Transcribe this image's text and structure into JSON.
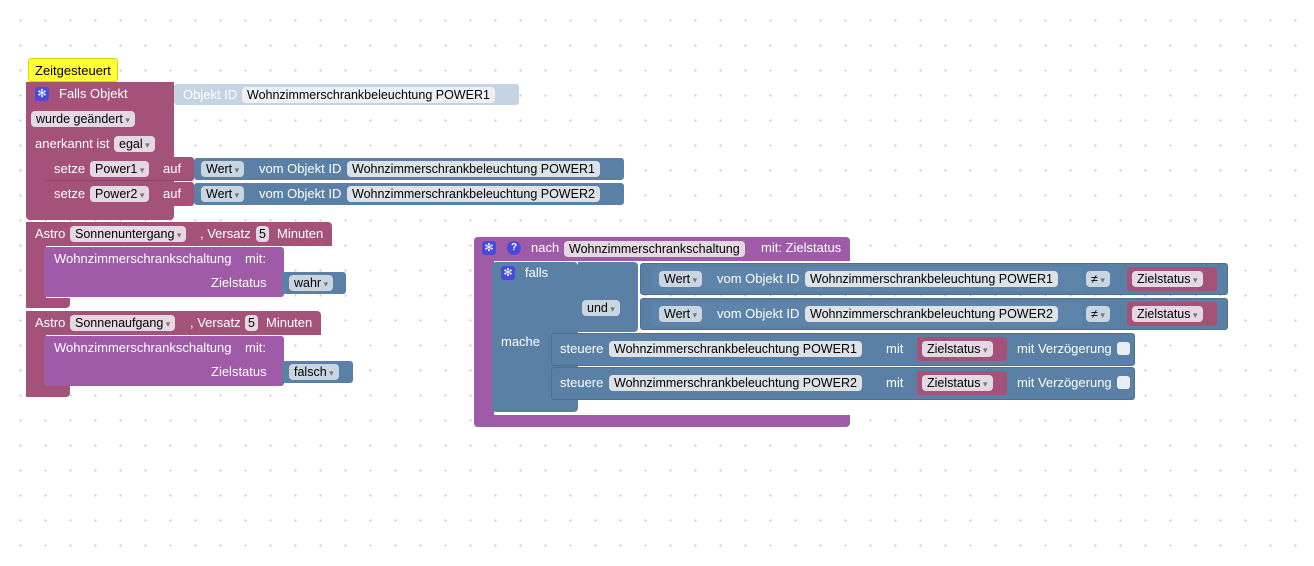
{
  "comment_label": "Zeitgesteuert",
  "trigger": {
    "title": "Falls Objekt",
    "object_id_label": "Objekt ID",
    "object_id_value": "Wohnzimmerschrankbeleuchtung  POWER1",
    "condition": "wurde geändert",
    "ack_label": "anerkannt ist",
    "ack_value": "egal",
    "set_rows": [
      {
        "setze": "setze",
        "var": "Power1",
        "auf": "auf",
        "wert": "Wert",
        "vom": "vom Objekt ID",
        "obj": "Wohnzimmerschrankbeleuchtung  POWER1"
      },
      {
        "setze": "setze",
        "var": "Power2",
        "auf": "auf",
        "wert": "Wert",
        "vom": "vom Objekt ID",
        "obj": "Wohnzimmerschrankbeleuchtung  POWER2"
      }
    ]
  },
  "astro_blocks": [
    {
      "astro": "Astro",
      "event": "Sonnenuntergang",
      "versatz": ", Versatz",
      "offset": "5",
      "unit": "Minuten",
      "call": "Wohnzimmerschrankschaltung",
      "mit": "mit:",
      "param": "Zielstatus",
      "value": "wahr"
    },
    {
      "astro": "Astro",
      "event": "Sonnenaufgang",
      "versatz": ", Versatz",
      "offset": "5",
      "unit": "Minuten",
      "call": "Wohnzimmerschrankschaltung",
      "mit": "mit:",
      "param": "Zielstatus",
      "value": "falsch"
    }
  ],
  "function_block": {
    "gear_icon": "gear-icon",
    "help_icon": "help-icon",
    "nach": "nach",
    "name": "Wohnzimmerschrankschaltung",
    "params": "mit: Zielstatus",
    "falls": "falls",
    "mache": "mache",
    "und": "und",
    "conditions": [
      {
        "wert": "Wert",
        "vom": "vom Objekt ID",
        "obj": "Wohnzimmerschrankbeleuchtung  POWER1",
        "op": "≠",
        "param": "Zielstatus"
      },
      {
        "wert": "Wert",
        "vom": "vom Objekt ID",
        "obj": "Wohnzimmerschrankbeleuchtung  POWER2",
        "op": "≠",
        "param": "Zielstatus"
      }
    ],
    "actions": [
      {
        "steuere": "steuere",
        "obj": "Wohnzimmerschrankbeleuchtung  POWER1",
        "mit": "mit",
        "param": "Zielstatus",
        "delay": "mit Verzögerung"
      },
      {
        "steuere": "steuere",
        "obj": "Wohnzimmerschrankbeleuchtung  POWER2",
        "mit": "mit",
        "param": "Zielstatus",
        "delay": "mit Verzögerung"
      }
    ]
  }
}
